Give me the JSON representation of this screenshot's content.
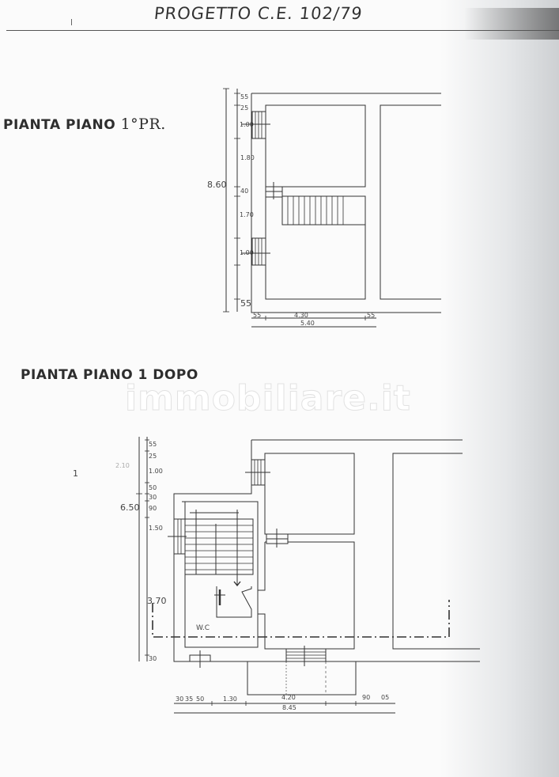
{
  "header": {
    "handwritten_title": "PROGETTO C.E. 102/79"
  },
  "watermark": {
    "text": "immobiliare.it"
  },
  "plan_first_floor": {
    "title": "PIANTA PIANO",
    "title_suffix": "1°PR.",
    "total_height": "8.60",
    "vertical_dims": [
      "55",
      "25",
      "1.00",
      "1.80",
      "40",
      "1.70",
      "1.00",
      "55"
    ],
    "horizontal_dims": [
      "55",
      "4.30",
      "55"
    ],
    "total_width": "5.40"
  },
  "plan_after": {
    "title": "PIANTA PIANO 1 DOPO",
    "total_height": "6.50",
    "upper_height": "2.10",
    "lower_height": "3.70",
    "vertical_dims": [
      "55",
      "25",
      "1.00",
      "50",
      "30",
      "90",
      "1.50",
      "30"
    ],
    "horizontal_dims": [
      "30",
      "35",
      "50",
      "1.30",
      "4.20",
      "90",
      "05"
    ],
    "total_width": "8.45",
    "room_label": "W.C",
    "side_mark": "1"
  }
}
